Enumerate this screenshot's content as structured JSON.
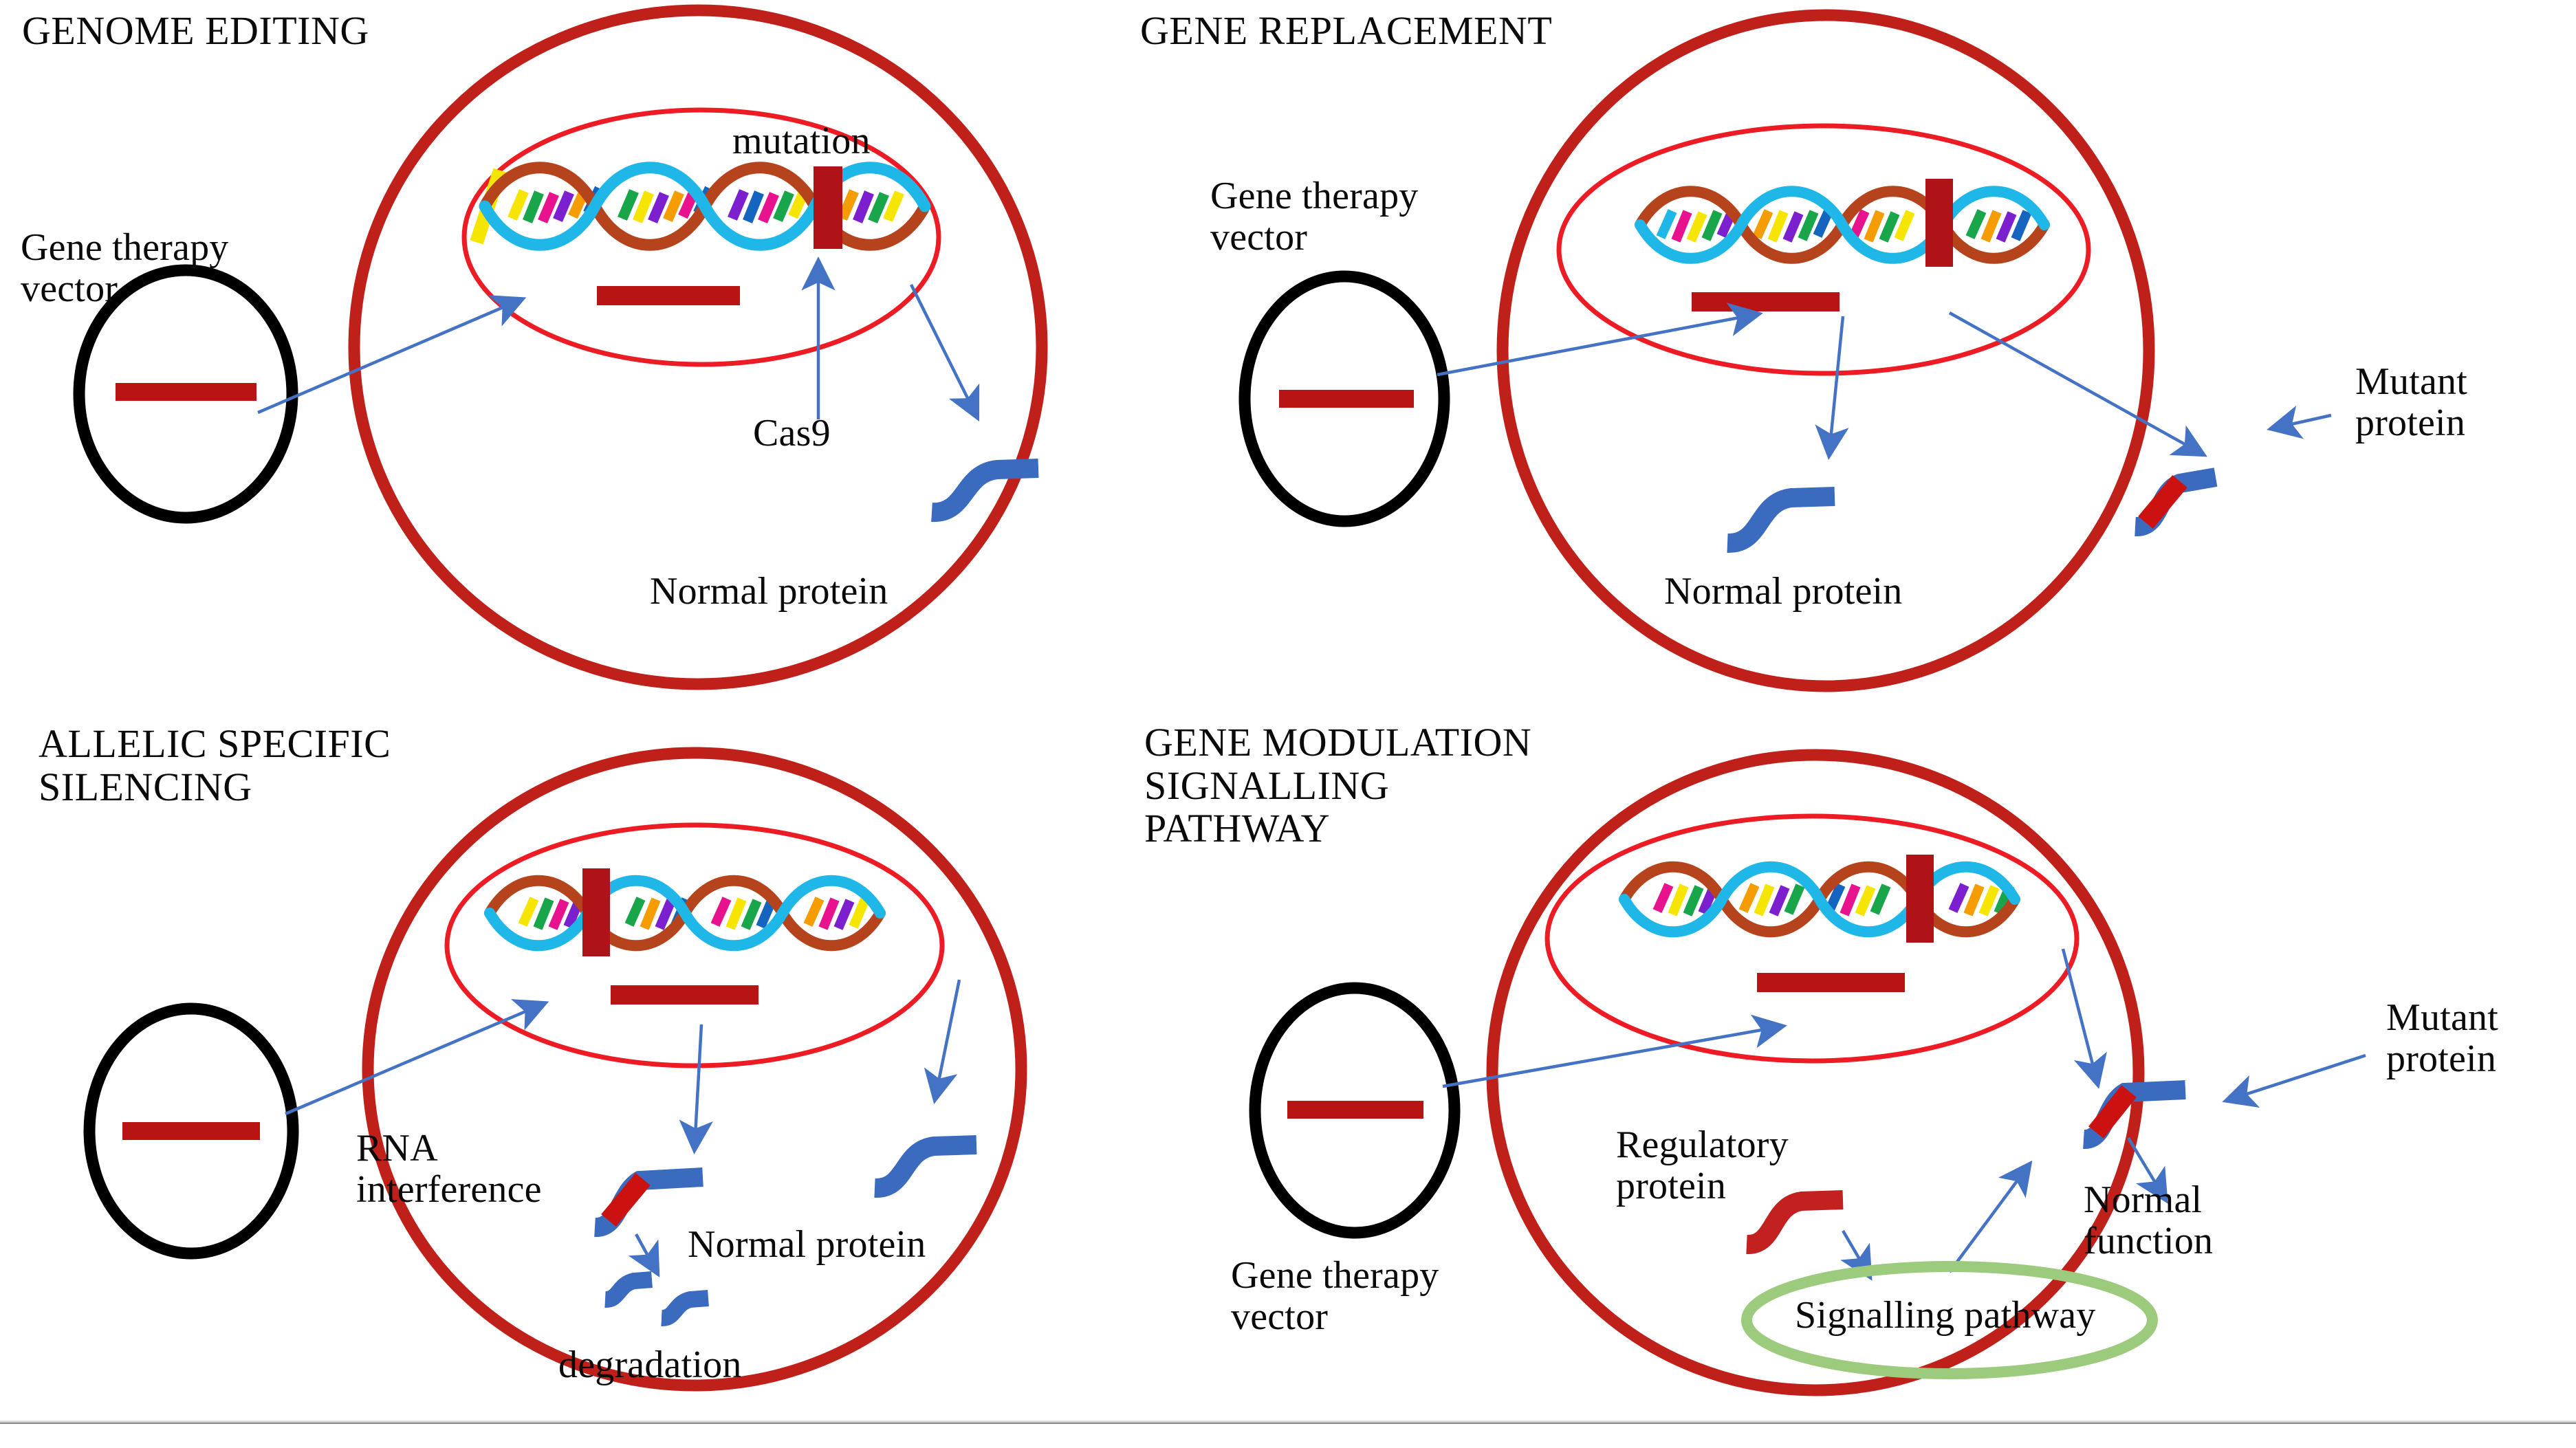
{
  "figure": {
    "description": "Four-panel schematic of gene therapy strategies",
    "background_color": "#ffffff"
  },
  "colors": {
    "cell_membrane": "#C0201A",
    "nucleus_outline": "#ED1C24",
    "vector_outline": "#000000",
    "gene_insert_bar": "#B81414",
    "mutation_bar": "#B01317",
    "dna_strand_a": "#B5431C",
    "dna_strand_b": "#1FB6E8",
    "normal_protein": "#3A6BBF",
    "mutant_segment": "#CC1111",
    "regulatory_protein": "#C32020",
    "arrow": "#4472C4",
    "signalling_oval": "#9DCB7E",
    "rule": "#6f6f6f",
    "dna_rungs": [
      "#F5E500",
      "#19A54A",
      "#E8128F",
      "#F59C00",
      "#7B1FCF",
      "#1565C0",
      "#00A0A0"
    ]
  },
  "panels": [
    {
      "id": "genome-editing",
      "title": "GENOME EDITING",
      "vector_label": "Gene therapy\nvector",
      "labels": [
        {
          "name": "mutation-label",
          "text": "mutation"
        },
        {
          "name": "cas9-label",
          "text": "Cas9"
        },
        {
          "name": "normal-protein-label",
          "text": "Normal protein"
        }
      ],
      "elements": [
        "gene-therapy-vector",
        "cell-membrane",
        "nucleus",
        "dna-helix",
        "mutation-bar",
        "gene-insert-bar",
        "normal-protein"
      ]
    },
    {
      "id": "gene-replacement",
      "title": "GENE REPLACEMENT",
      "vector_label": "Gene therapy\nvector",
      "labels": [
        {
          "name": "mutant-protein-label",
          "text": "Mutant\nprotein"
        },
        {
          "name": "normal-protein-label",
          "text": "Normal protein"
        }
      ],
      "elements": [
        "gene-therapy-vector",
        "cell-membrane",
        "nucleus",
        "dna-helix",
        "mutation-bar",
        "gene-insert-bar",
        "normal-protein",
        "mutant-protein"
      ]
    },
    {
      "id": "allelic-specific-silencing",
      "title": "ALLELIC SPECIFIC\nSILENCING",
      "vector_label": "",
      "labels": [
        {
          "name": "rna-interference-label",
          "text": "RNA\ninterference"
        },
        {
          "name": "normal-protein-label",
          "text": "Normal protein"
        },
        {
          "name": "degradation-label",
          "text": "degradation"
        }
      ],
      "elements": [
        "gene-therapy-vector",
        "cell-membrane",
        "nucleus",
        "dna-helix",
        "mutation-bar",
        "gene-insert-bar",
        "normal-protein",
        "mutant-protein",
        "degradation-fragments"
      ]
    },
    {
      "id": "gene-modulation-signalling-pathway",
      "title": "GENE MODULATION\nSIGNALLING\nPATHWAY",
      "vector_label": "Gene therapy\nvector",
      "labels": [
        {
          "name": "mutant-protein-label",
          "text": "Mutant\nprotein"
        },
        {
          "name": "regulatory-protein-label",
          "text": "Regulatory\nprotein"
        },
        {
          "name": "normal-function-label",
          "text": "Normal\nfunction"
        },
        {
          "name": "signalling-pathway-label",
          "text": "Signalling pathway"
        }
      ],
      "elements": [
        "gene-therapy-vector",
        "cell-membrane",
        "nucleus",
        "dna-helix",
        "mutation-bar",
        "gene-insert-bar",
        "mutant-protein",
        "regulatory-protein",
        "signalling-pathway-oval"
      ]
    }
  ]
}
